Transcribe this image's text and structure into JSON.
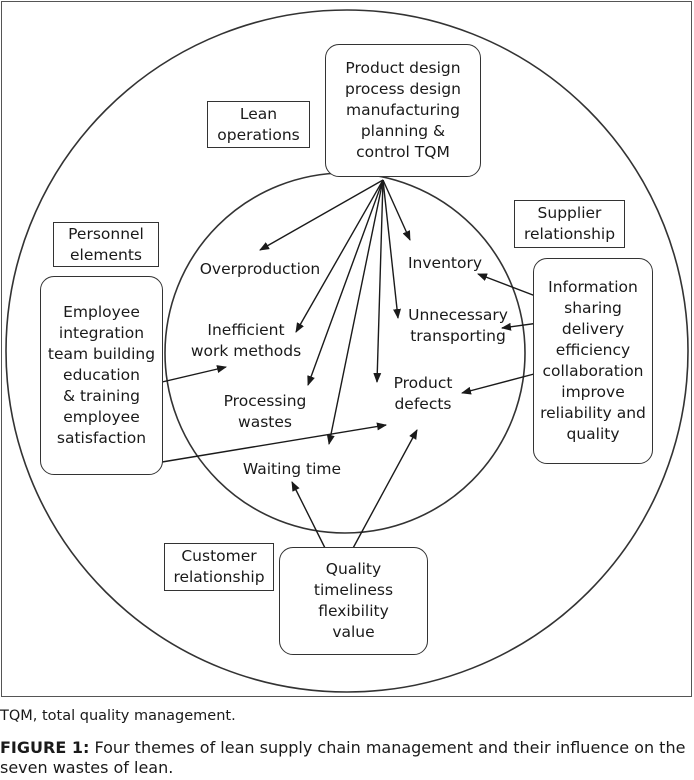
{
  "themes": {
    "lean_operations": {
      "label": "Lean\noperations",
      "content": "Product design\nprocess design\nmanufacturing\nplanning &\ncontrol TQM"
    },
    "supplier_relationship": {
      "label": "Supplier\nrelationship",
      "content": "Information\nsharing\ndelivery\nefficiency\ncollaboration\nimprove\nreliability and\nquality"
    },
    "personnel_elements": {
      "label": "Personnel\nelements",
      "content": "Employee\nintegration\nteam building\neducation\n& training\nemployee\nsatisfaction"
    },
    "customer_relationship": {
      "label": "Customer\nrelationship",
      "content": "Quality\ntimeliness\nflexibility\nvalue"
    }
  },
  "wastes": {
    "overproduction": "Overproduction",
    "inventory": "Inventory",
    "inefficient_work_methods": "Inefficient\nwork methods",
    "unnecessary_transporting": "Unnecessary\ntransporting",
    "processing_wastes": "Processing\nwastes",
    "product_defects": "Product\ndefects",
    "waiting_time": "Waiting time"
  },
  "caption": {
    "abbreviation_note": "TQM, total quality management.",
    "figure_label": "FIGURE 1:",
    "figure_text": " Four themes of lean supply chain management and their influence on the seven wastes of lean."
  }
}
